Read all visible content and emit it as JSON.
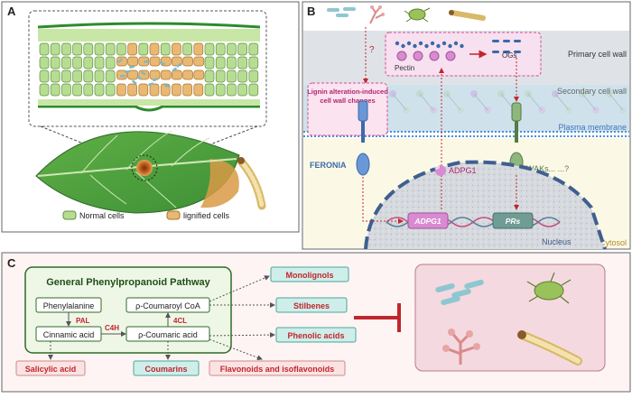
{
  "panels": {
    "a": {
      "letter": "A",
      "legend": {
        "normal": "Normal cells",
        "lignified": "lignified cells"
      }
    },
    "b": {
      "letter": "B",
      "question_1": "?",
      "layers": {
        "primary": "Primary cell wall",
        "secondary": "Secondary cell wall",
        "plasma": "Plasma membrane",
        "cytosol": "Cytosol",
        "nucleus": "Nucleus"
      },
      "labels": {
        "pectin": "Pectin",
        "ogs": "OGs",
        "lignin_line1": "Lignin alteration-induced",
        "lignin_line2": "cell wall changes",
        "feronia": "FERONIA",
        "adpg1": "ADPG1",
        "waks": "WAKs... ...?",
        "gene_adpg1": "ADPG1",
        "gene_prs": "PRs"
      }
    },
    "c": {
      "letter": "C",
      "pathway_title": "General Phenylpropanoid Pathway",
      "nodes": {
        "phenylalanine": "Phenylalanine",
        "coumaroyl_coa": "ρ-Coumaroyl CoA",
        "cinnamic": "Cinnamic acid",
        "coumaric": "ρ-Coumaric acid"
      },
      "enzymes": {
        "pal": "PAL",
        "c4h": "C4H",
        "cl4": "4CL"
      },
      "products": {
        "monolignols": "Monolignols",
        "stilbenes": "Stilbenes",
        "phenolic": "Phenolic acids",
        "salicylic": "Salicylic acid",
        "coumarins": "Coumarins",
        "flavonoids": "Flavonoids and isoflavonoids"
      }
    }
  },
  "colors": {
    "leaf_green": "#7cc24a",
    "lignified_tan": "#e9b872",
    "pink_accent": "#d64b97",
    "product_teal": "#cfeeea",
    "product_pink": "#fbe3e3",
    "inhibit_red": "#c0262d",
    "nucleus_gray": "#c7ccd3"
  },
  "icons": [
    "leaf",
    "caterpillar",
    "aphid",
    "bacteria",
    "fungus",
    "pectin-chain",
    "receptor-feronia",
    "receptor-wak",
    "dna-strand",
    "nucleus"
  ]
}
